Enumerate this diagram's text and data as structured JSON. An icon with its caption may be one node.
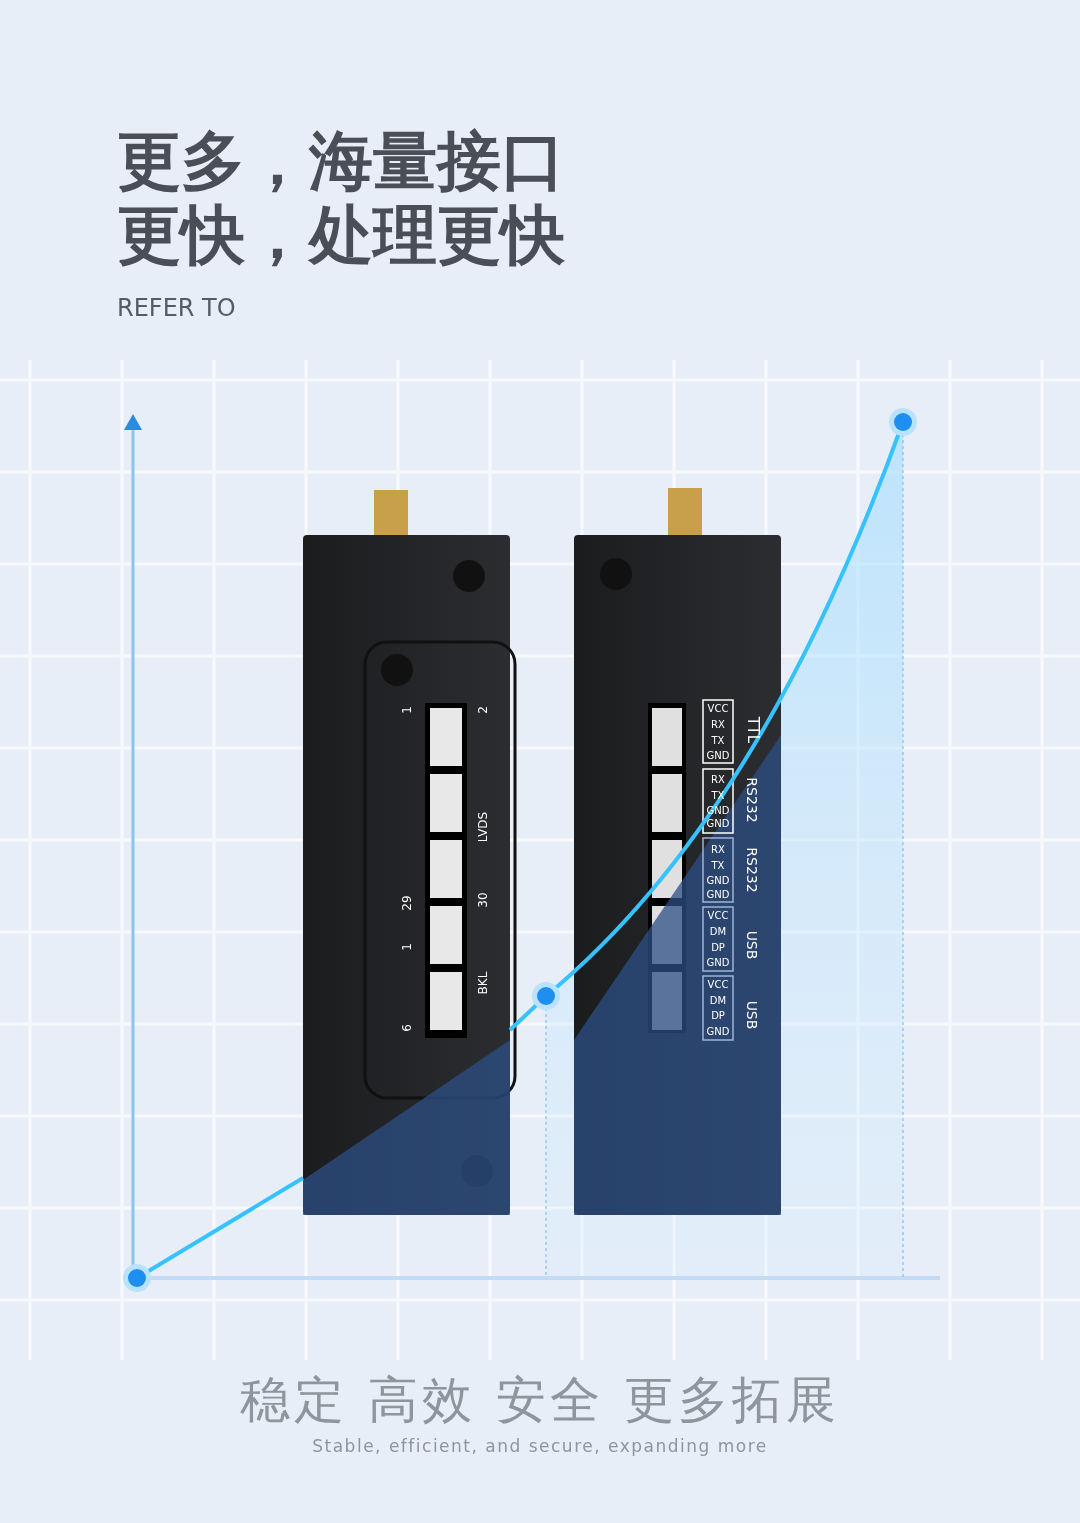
{
  "diagram": {
    "title": "更多，海量接口更快，处理更快",
    "labels": [
      "REFER TO",
      "1",
      "2",
      "LVDS",
      "29",
      "30",
      "1",
      "BKL",
      "6",
      "VCC",
      "RX",
      "TX",
      "GND",
      "TTL",
      "RX",
      "TX",
      "GND",
      "GND",
      "RS232",
      "RX",
      "TX",
      "GND",
      "GND",
      "RS232",
      "VCC",
      "DM",
      "DP",
      "GND",
      "USB",
      "VCC",
      "DM",
      "DP",
      "GND",
      "USB",
      "稳定 高效 安全 更多拓展",
      "Stable, efficient, and secure, expanding more"
    ]
  }
}
